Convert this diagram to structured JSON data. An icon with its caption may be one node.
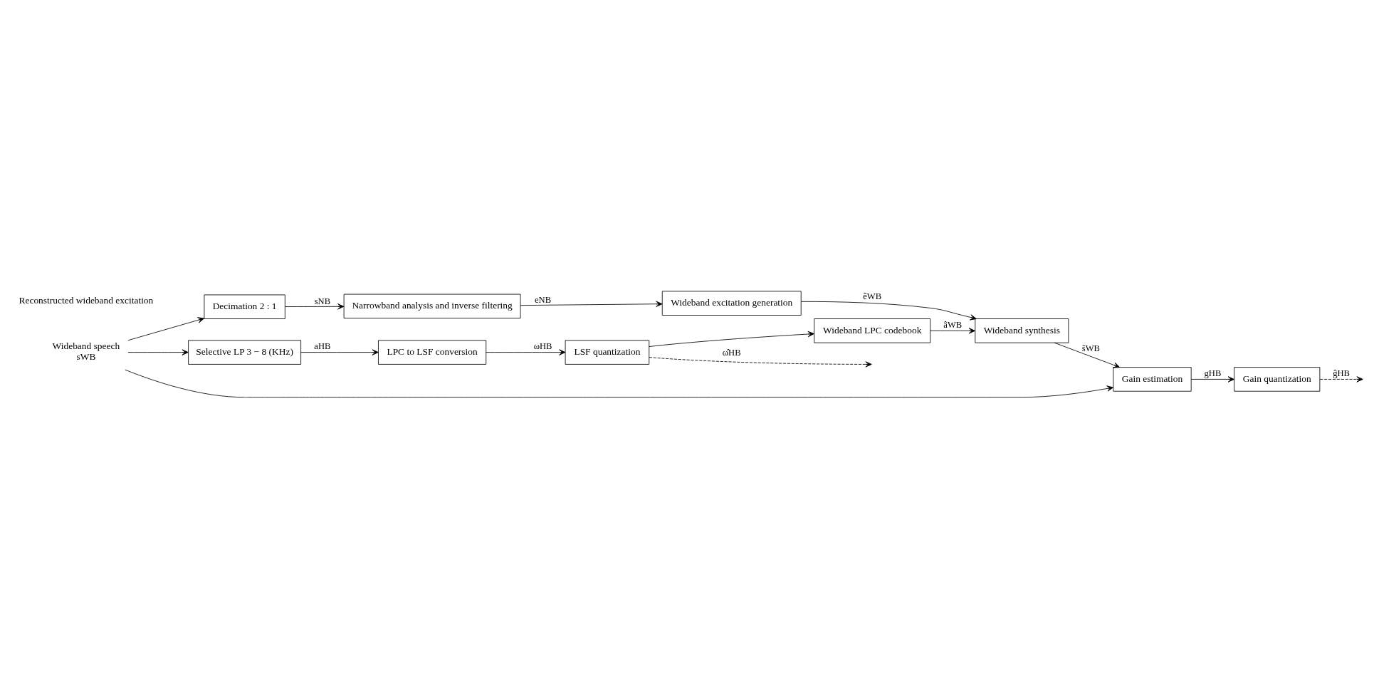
{
  "diagram": {
    "nodes": [
      {
        "text": [
          "Wideband speech",
          "sWB"
        ]
      },
      {
        "text": [
          "Decimation 2 : 1"
        ]
      },
      {
        "text": [
          "Narrowband analysis and inverse filtering"
        ]
      },
      {
        "text": [
          "Wideband excitation generation"
        ]
      },
      {
        "text": [
          "Selective LP 3 − 8 (KHz)"
        ]
      },
      {
        "text": [
          "LPC to LSF conversion"
        ]
      },
      {
        "text": [
          "LSF quantization"
        ]
      },
      {
        "text": [
          "Wideband LPC codebook"
        ]
      },
      {
        "text": [
          "Wideband synthesis"
        ]
      },
      {
        "text": [
          "Gain estimation"
        ]
      },
      {
        "text": [
          "Gain quantization"
        ]
      }
    ],
    "edges": [
      {
        "from": 0,
        "to": 1,
        "arrow": "to"
      },
      {
        "from": 0,
        "to": 4,
        "arrow": "to"
      },
      {
        "from": 0,
        "to": 9,
        "arrow": "to"
      },
      {
        "from": 1,
        "to": 2,
        "arrow": "to",
        "label": "sNB"
      },
      {
        "from": 2,
        "to": 3,
        "arrow": "to",
        "label": "eNB"
      },
      {
        "from": 3,
        "to": 8,
        "arrow": "to",
        "label": "êWB"
      },
      {
        "from": 4,
        "to": 5,
        "arrow": "to",
        "label": "aHB"
      },
      {
        "from": 5,
        "to": 6,
        "arrow": "to",
        "label": "ωHB"
      },
      {
        "from": 6,
        "to": 7,
        "arrow": "to"
      },
      {
        "from": 6,
        "to": null,
        "arrow": "to",
        "label": "ω̂HB",
        "style": "dashed"
      },
      {
        "from": 7,
        "to": 8,
        "arrow": "to",
        "label": "âWB"
      },
      {
        "from": 8,
        "to": 9,
        "arrow": "to",
        "label": "s̃WB"
      },
      {
        "from": 9,
        "to": 10,
        "arrow": "to",
        "label": "gHB"
      },
      {
        "from": 10,
        "to": null,
        "arrow": "to",
        "label": "ĝHB",
        "style": "dashed"
      }
    ],
    "labels": [
      "Reconstructed wideband excitation"
    ]
  }
}
